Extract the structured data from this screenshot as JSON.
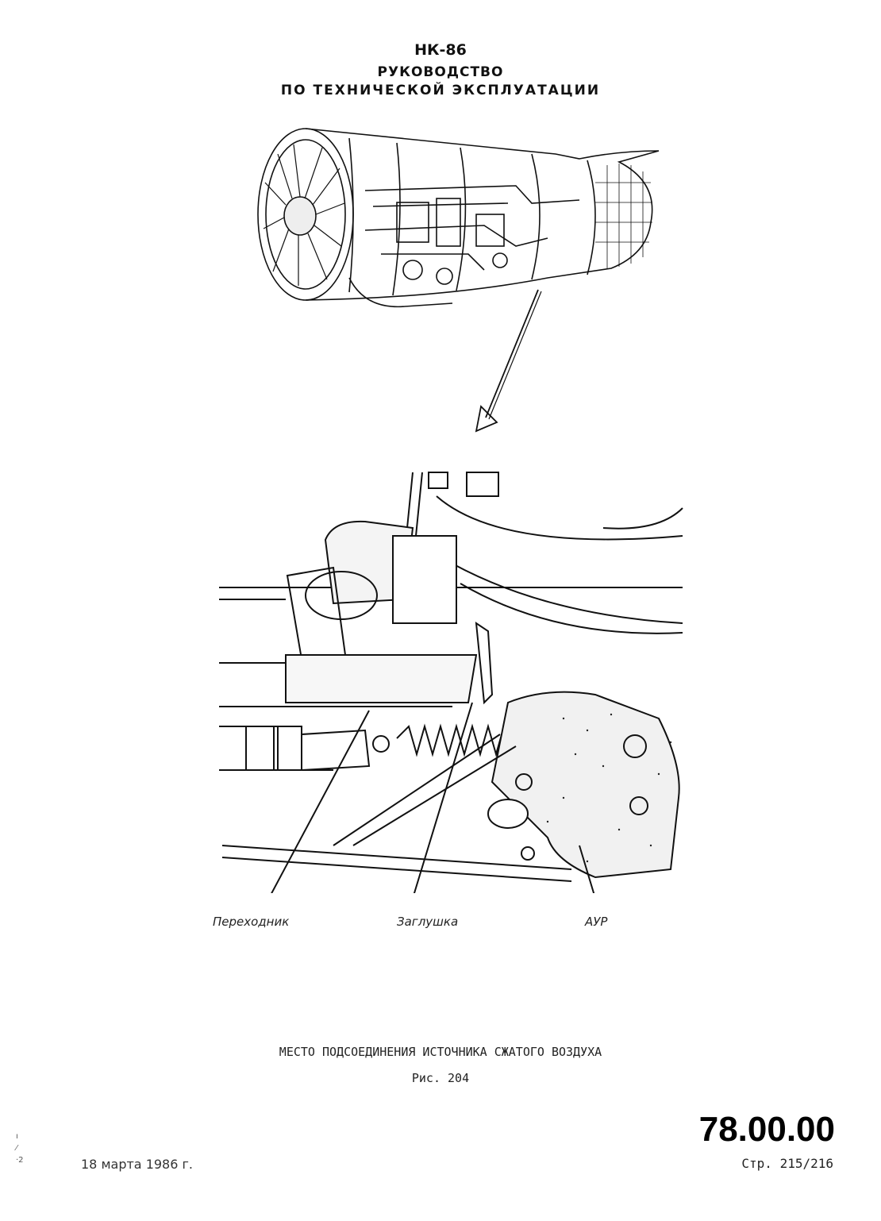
{
  "header": {
    "model": "НК-86",
    "title_line1": "РУКОВОДСТВО",
    "title_line2": "ПО ТЕХНИЧЕСКОЙ ЭКСПЛУАТАЦИИ"
  },
  "figure": {
    "callouts": {
      "adapter": "Переходник",
      "plug": "Заглушка",
      "aur": "АУР"
    },
    "caption": "МЕСТО ПОДСОЕДИНЕНИЯ ИСТОЧНИКА СЖАТОГО ВОЗДУХА",
    "number": "Рис. 204"
  },
  "footer": {
    "date": "18 марта 1986 г.",
    "section_code": "78.00.00",
    "page": "Стр. 215/216"
  }
}
